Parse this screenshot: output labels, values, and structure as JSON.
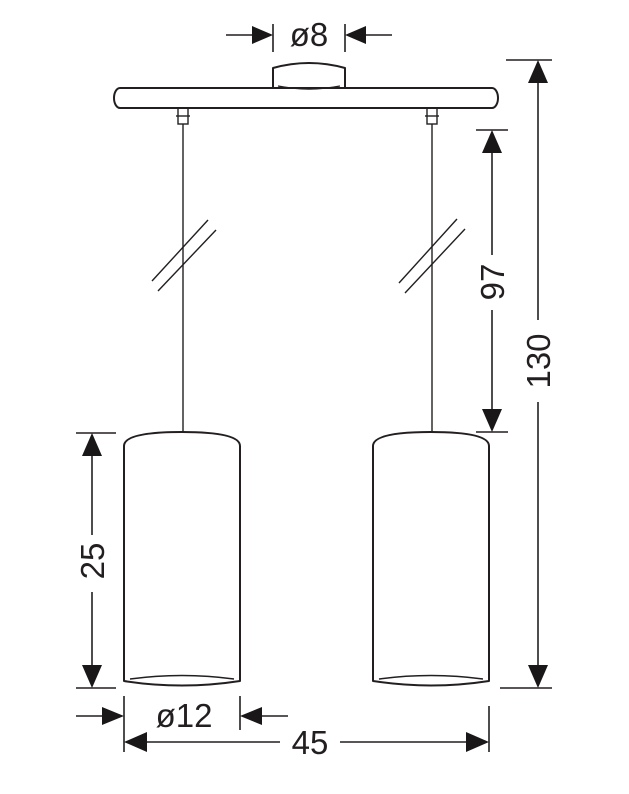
{
  "dimensions": {
    "canopy_diameter": "ø8",
    "total_height": "130",
    "cable_length": "97",
    "shade_height": "25",
    "shade_diameter": "ø12",
    "total_width": "45"
  },
  "colors": {
    "line": "#231f20",
    "background": "#ffffff"
  }
}
